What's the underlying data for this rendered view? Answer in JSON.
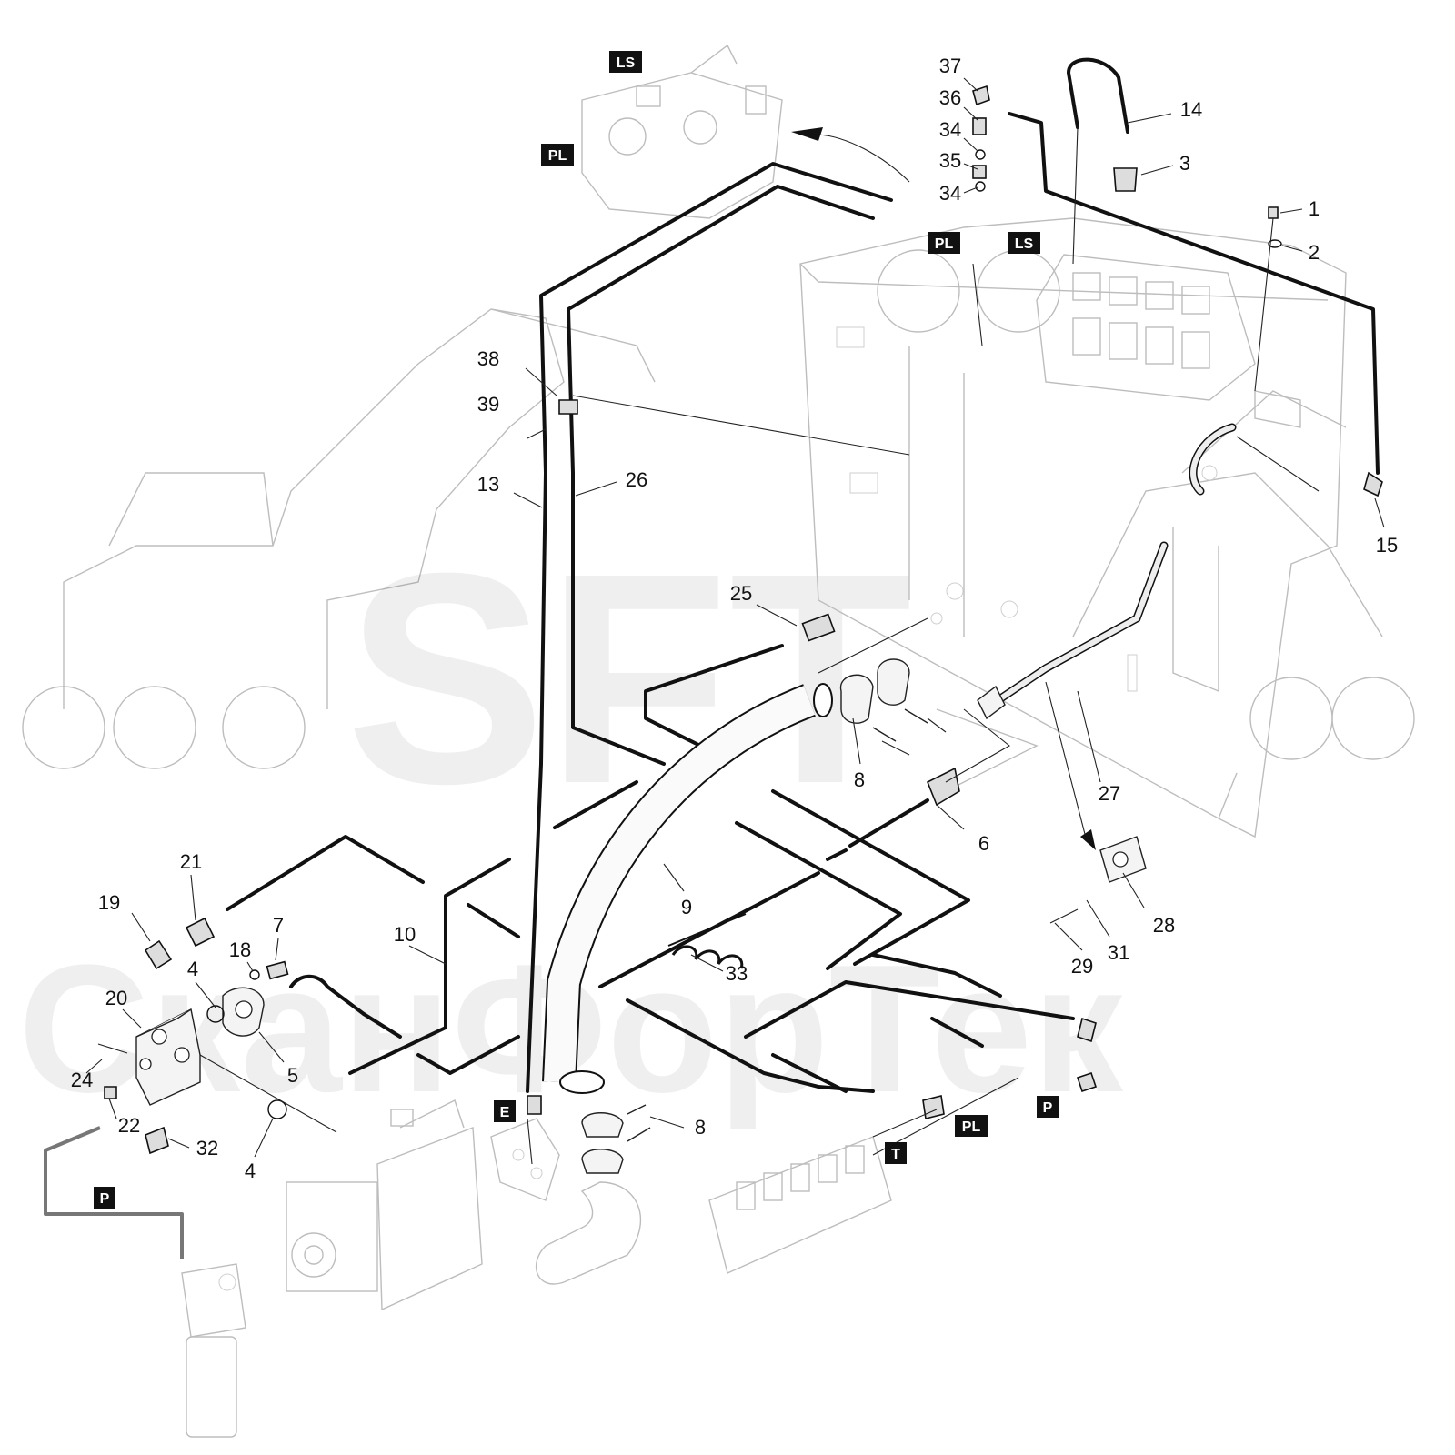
{
  "watermark": {
    "brand": "SFT",
    "company": "СканФорТек"
  },
  "tags": [
    {
      "id": "ls-top",
      "label": "LS"
    },
    {
      "id": "pl-top",
      "label": "PL"
    },
    {
      "id": "pl-mid",
      "label": "PL"
    },
    {
      "id": "ls-mid",
      "label": "LS"
    },
    {
      "id": "e",
      "label": "E"
    },
    {
      "id": "t",
      "label": "T"
    },
    {
      "id": "pl-bottom",
      "label": "PL"
    },
    {
      "id": "p-right",
      "label": "P"
    },
    {
      "id": "p-left",
      "label": "P"
    }
  ],
  "callouts": [
    {
      "id": "c37",
      "label": "37"
    },
    {
      "id": "c36",
      "label": "36"
    },
    {
      "id": "c34a",
      "label": "34"
    },
    {
      "id": "c35",
      "label": "35"
    },
    {
      "id": "c34b",
      "label": "34"
    },
    {
      "id": "c14",
      "label": "14"
    },
    {
      "id": "c3",
      "label": "3"
    },
    {
      "id": "c1",
      "label": "1"
    },
    {
      "id": "c2",
      "label": "2"
    },
    {
      "id": "c15",
      "label": "15"
    },
    {
      "id": "c38",
      "label": "38"
    },
    {
      "id": "c39",
      "label": "39"
    },
    {
      "id": "c13",
      "label": "13"
    },
    {
      "id": "c26",
      "label": "26"
    },
    {
      "id": "c25",
      "label": "25"
    },
    {
      "id": "c8a",
      "label": "8"
    },
    {
      "id": "c27",
      "label": "27"
    },
    {
      "id": "c6",
      "label": "6"
    },
    {
      "id": "c9",
      "label": "9"
    },
    {
      "id": "c28",
      "label": "28"
    },
    {
      "id": "c29",
      "label": "29"
    },
    {
      "id": "c31",
      "label": "31"
    },
    {
      "id": "c21",
      "label": "21"
    },
    {
      "id": "c19",
      "label": "19"
    },
    {
      "id": "c7",
      "label": "7"
    },
    {
      "id": "c18",
      "label": "18"
    },
    {
      "id": "c4a",
      "label": "4"
    },
    {
      "id": "c10",
      "label": "10"
    },
    {
      "id": "c33",
      "label": "33"
    },
    {
      "id": "c20",
      "label": "20"
    },
    {
      "id": "c24",
      "label": "24"
    },
    {
      "id": "c5",
      "label": "5"
    },
    {
      "id": "c22",
      "label": "22"
    },
    {
      "id": "c32",
      "label": "32"
    },
    {
      "id": "c4b",
      "label": "4"
    },
    {
      "id": "c8b",
      "label": "8"
    }
  ]
}
